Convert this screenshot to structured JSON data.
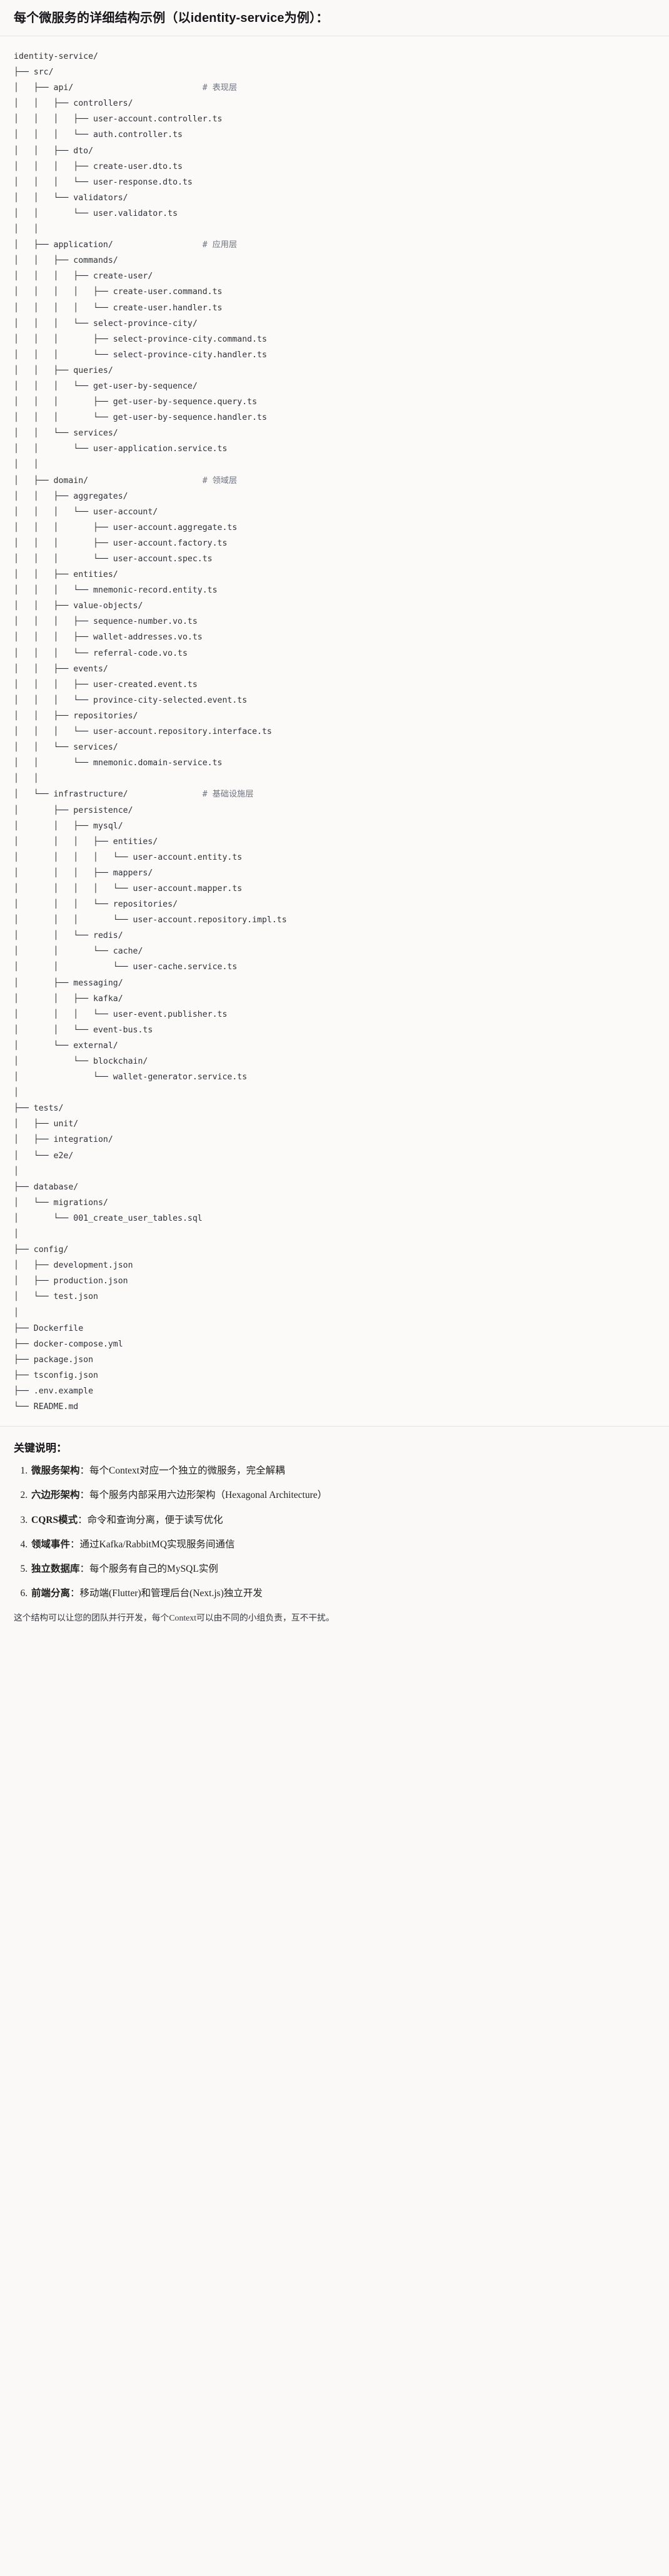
{
  "header": {
    "title": "每个微服务的详细结构示例（以identity-service为例）："
  },
  "tree": {
    "root_label": "identity-service/",
    "text": "identity-service/\n├── src/\n│   ├── api/                          # 表现层\n│   │   ├── controllers/\n│   │   │   ├── user-account.controller.ts\n│   │   │   └── auth.controller.ts\n│   │   ├── dto/\n│   │   │   ├── create-user.dto.ts\n│   │   │   └── user-response.dto.ts\n│   │   └── validators/\n│   │       └── user.validator.ts\n│   │\n│   ├── application/                  # 应用层\n│   │   ├── commands/\n│   │   │   ├── create-user/\n│   │   │   │   ├── create-user.command.ts\n│   │   │   │   └── create-user.handler.ts\n│   │   │   └── select-province-city/\n│   │   │       ├── select-province-city.command.ts\n│   │   │       └── select-province-city.handler.ts\n│   │   ├── queries/\n│   │   │   └── get-user-by-sequence/\n│   │   │       ├── get-user-by-sequence.query.ts\n│   │   │       └── get-user-by-sequence.handler.ts\n│   │   └── services/\n│   │       └── user-application.service.ts\n│   │\n│   ├── domain/                       # 领域层\n│   │   ├── aggregates/\n│   │   │   └── user-account/\n│   │   │       ├── user-account.aggregate.ts\n│   │   │       ├── user-account.factory.ts\n│   │   │       └── user-account.spec.ts\n│   │   ├── entities/\n│   │   │   └── mnemonic-record.entity.ts\n│   │   ├── value-objects/\n│   │   │   ├── sequence-number.vo.ts\n│   │   │   ├── wallet-addresses.vo.ts\n│   │   │   └── referral-code.vo.ts\n│   │   ├── events/\n│   │   │   ├── user-created.event.ts\n│   │   │   └── province-city-selected.event.ts\n│   │   ├── repositories/\n│   │   │   └── user-account.repository.interface.ts\n│   │   └── services/\n│   │       └── mnemonic.domain-service.ts\n│   │\n│   └── infrastructure/               # 基础设施层\n│       ├── persistence/\n│       │   ├── mysql/\n│       │   │   ├── entities/\n│       │   │   │   └── user-account.entity.ts\n│       │   │   ├── mappers/\n│       │   │   │   └── user-account.mapper.ts\n│       │   │   └── repositories/\n│       │   │       └── user-account.repository.impl.ts\n│       │   └── redis/\n│       │       └── cache/\n│       │           └── user-cache.service.ts\n│       ├── messaging/\n│       │   ├── kafka/\n│       │   │   └── user-event.publisher.ts\n│       │   └── event-bus.ts\n│       └── external/\n│           └── blockchain/\n│               └── wallet-generator.service.ts\n│\n├── tests/\n│   ├── unit/\n│   ├── integration/\n│   └── e2e/\n│\n├── database/\n│   └── migrations/\n│       └── 001_create_user_tables.sql\n│\n├── config/\n│   ├── development.json\n│   ├── production.json\n│   └── test.json\n│\n├── Dockerfile\n├── docker-compose.yml\n├── package.json\n├── tsconfig.json\n├── .env.example\n└── README.md",
    "comments": [
      "# 表现层",
      "# 应用层",
      "# 领域层",
      "# 基础设施层"
    ]
  },
  "notes": {
    "title": "关键说明：",
    "items": [
      {
        "lead": "微服务架构",
        "sep": "：",
        "body": "每个Context对应一个独立的微服务，完全解耦"
      },
      {
        "lead": "六边形架构",
        "sep": "：",
        "body": "每个服务内部采用六边形架构（Hexagonal Architecture）"
      },
      {
        "lead": "CQRS模式",
        "sep": "：",
        "body": "命令和查询分离，便于读写优化"
      },
      {
        "lead": "领域事件",
        "sep": "：",
        "body": "通过Kafka/RabbitMQ实现服务间通信"
      },
      {
        "lead": "独立数据库",
        "sep": "：",
        "body": "每个服务有自己的MySQL实例"
      },
      {
        "lead": "前端分离",
        "sep": "：",
        "body": "移动端(Flutter)和管理后台(Next.js)独立开发"
      }
    ],
    "closing": "这个结构可以让您的团队并行开发，每个Context可以由不同的小组负责，互不干扰。"
  },
  "colors": {
    "page_bg": "#faf9f7",
    "code_bg": "#fbfaf8",
    "text": "#1f1f1f",
    "code_text": "#2e3138",
    "comment_text": "#6f7480",
    "rule": "#e6e3de"
  }
}
